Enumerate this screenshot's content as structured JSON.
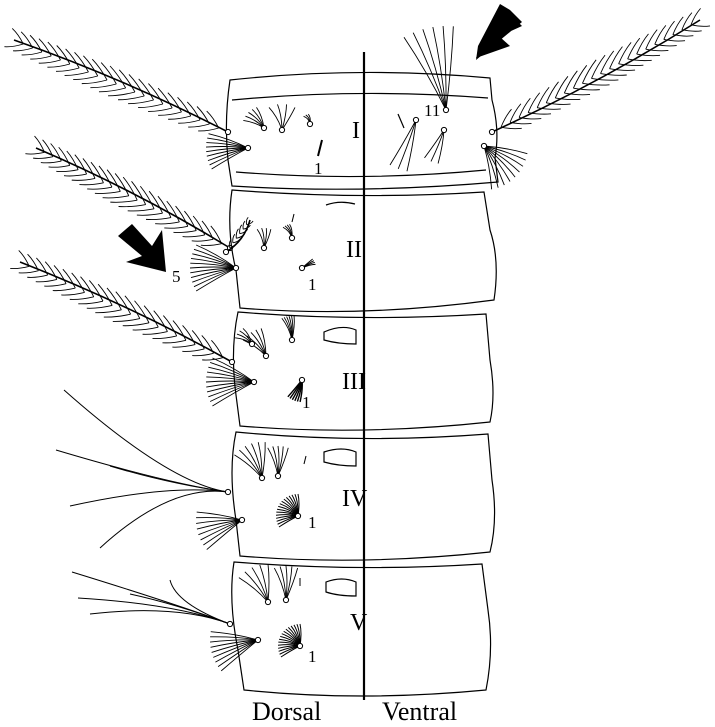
{
  "segments": [
    {
      "numeral": "I",
      "seta_labels": [
        "1",
        "11"
      ]
    },
    {
      "numeral": "II",
      "seta_labels": [
        "1",
        "5"
      ]
    },
    {
      "numeral": "III",
      "seta_labels": [
        "1"
      ]
    },
    {
      "numeral": "IV",
      "seta_labels": [
        "1"
      ]
    },
    {
      "numeral": "V",
      "seta_labels": [
        "1"
      ]
    }
  ],
  "views": {
    "left": "Dorsal",
    "right": "Ventral"
  },
  "arrows": 2
}
